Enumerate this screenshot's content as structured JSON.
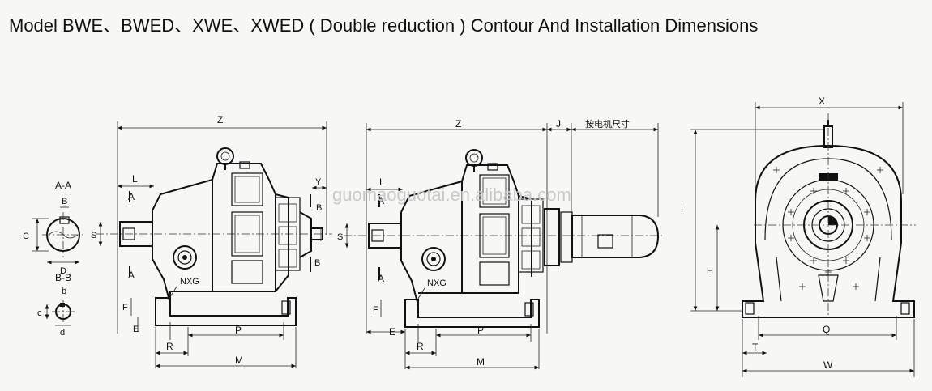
{
  "title": "Model BWE、BWED、XWE、XWED ( Double reduction ) Contour And Installation Dimensions",
  "watermark": "guomaoguotai.en.alibaba.com",
  "labels": {
    "aa": "A-A",
    "bb": "B-B",
    "a": "A",
    "b": "B",
    "b_lower": "b",
    "c": "C",
    "c_lower": "c",
    "d": "D",
    "d_lower": "d",
    "e": "E",
    "f": "F",
    "h": "H",
    "i": "I",
    "j": "J",
    "l": "L",
    "m": "M",
    "p": "P",
    "q": "Q",
    "r": "R",
    "s": "S",
    "t": "T",
    "w": "W",
    "x": "X",
    "y": "Y",
    "z": "Z",
    "nxg": "NXG",
    "motor_size": "按电机尺寸"
  }
}
